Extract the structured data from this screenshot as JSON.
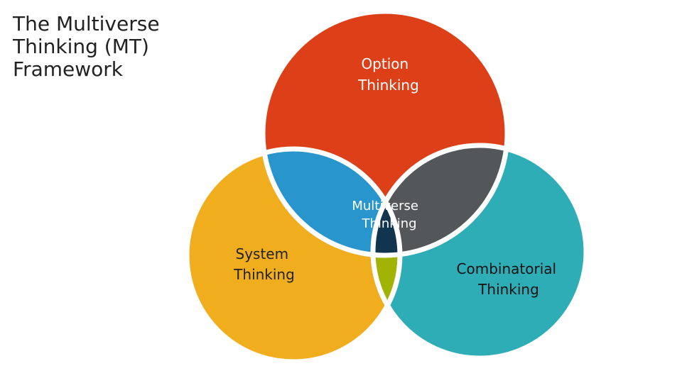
{
  "title": {
    "line1": "The Multiverse",
    "line2": "Thinking (MT)",
    "line3": "Framework"
  },
  "circles": {
    "option": {
      "label_line1": "Option",
      "label_line2": "Thinking",
      "color": "#DD3F18"
    },
    "system": {
      "label_line1": "System",
      "label_line2": "Thinking",
      "color": "#F0AE1F"
    },
    "combinatorial": {
      "label_line1": "Combinatorial",
      "label_line2": "Thinking",
      "color": "#2EADB6"
    }
  },
  "overlaps": {
    "option_system": {
      "color": "#2896CD"
    },
    "option_combinatorial": {
      "color": "#545759"
    },
    "system_combinatorial": {
      "color": "#A1B305"
    }
  },
  "center": {
    "label_line1": "Multiverse",
    "label_line2": "Thinking",
    "color": "#11344F"
  }
}
